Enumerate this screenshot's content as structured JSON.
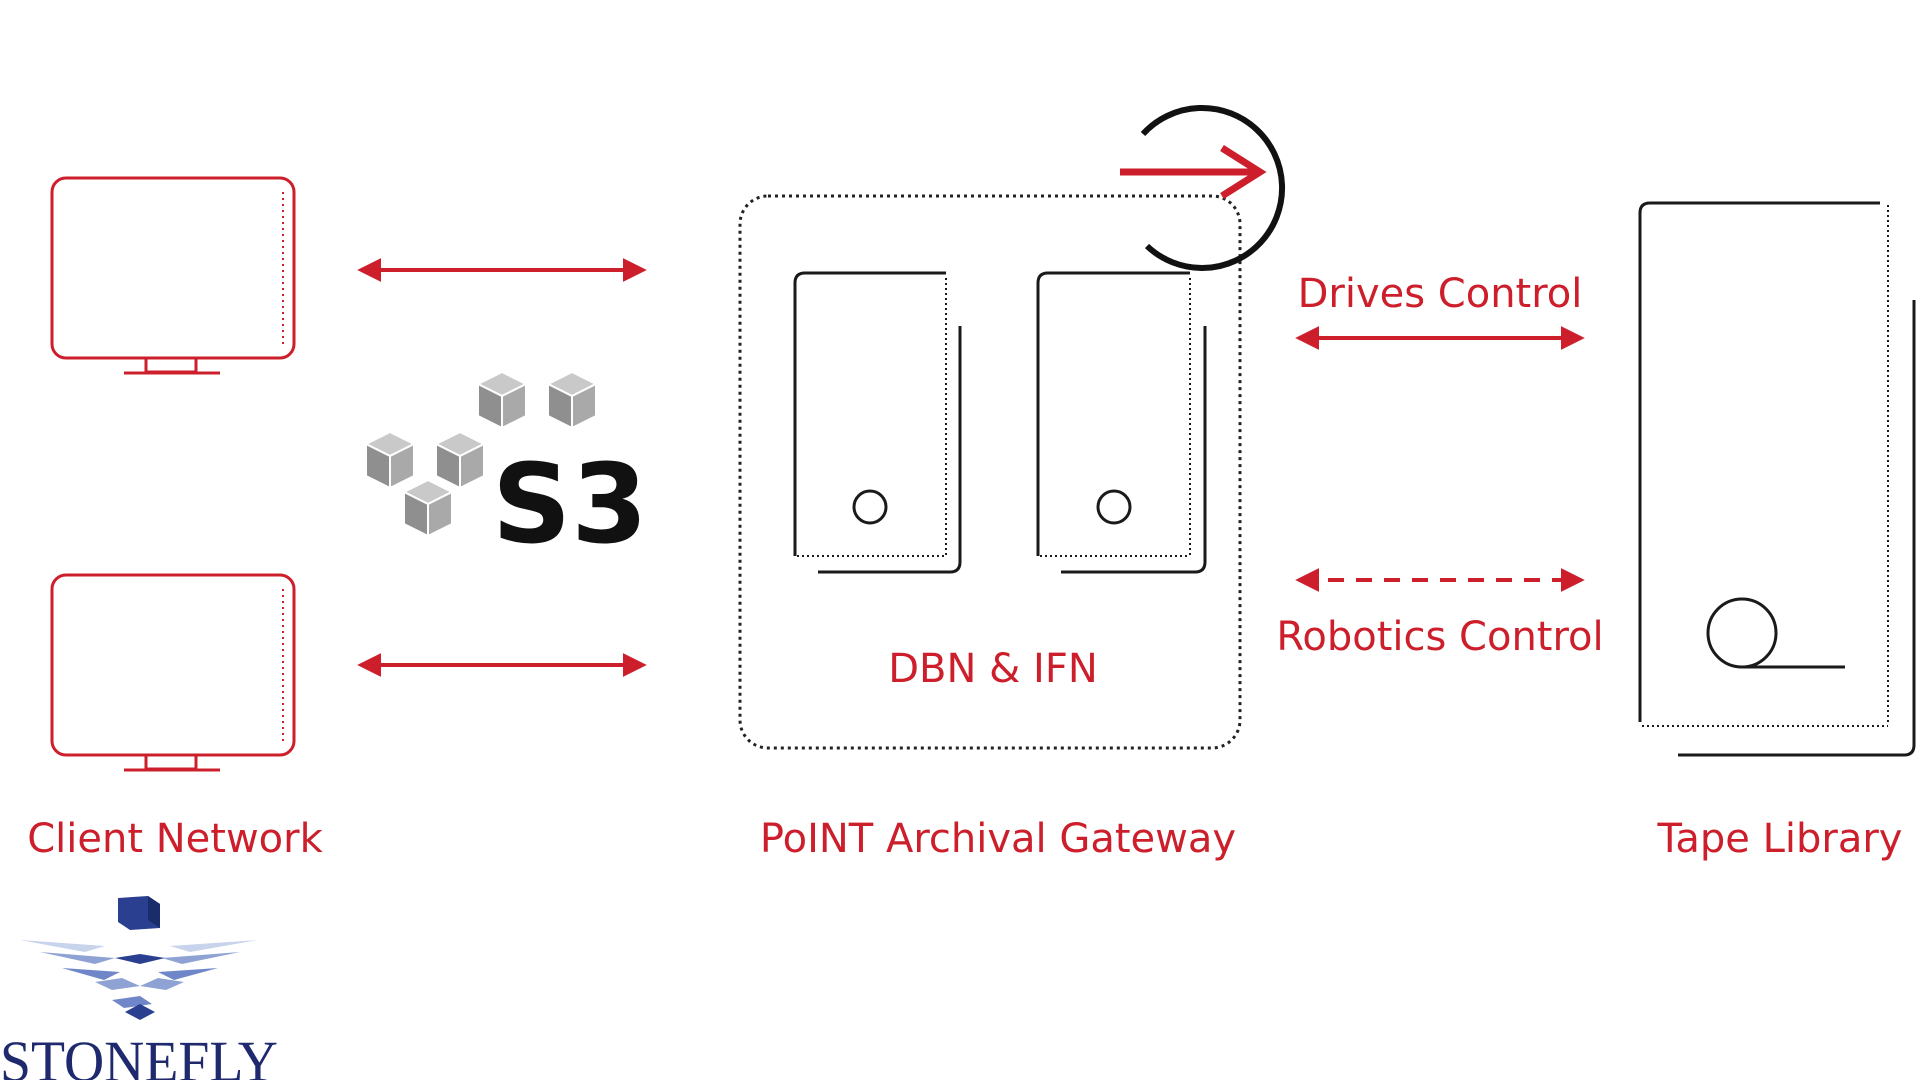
{
  "diagram": {
    "client_label": "Client Network",
    "gateway_label": "PoINT Archival Gateway",
    "gateway_inner_label": "DBN & IFN",
    "tape_label": "Tape Library",
    "drives_label": "Drives Control",
    "robotics_label": "Robotics Control",
    "s3_label": "S3"
  },
  "logo": {
    "brand_text": "STONEFLY"
  },
  "colors": {
    "accent_red": "#cc1f2b",
    "line_dark": "#1a1a1a",
    "cube_gray": "#9a9a9a",
    "logo_blue": "#2a3f8f"
  }
}
